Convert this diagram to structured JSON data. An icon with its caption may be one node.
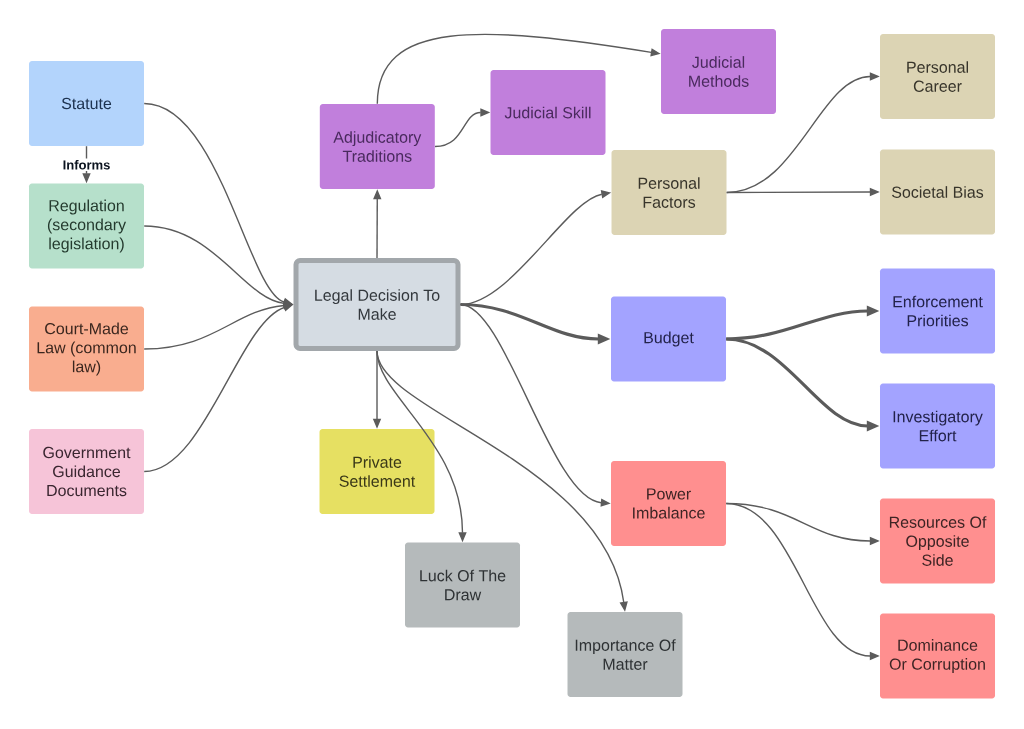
{
  "diagram": {
    "nodes": [
      {
        "text": [
          "Statute"
        ]
      },
      {
        "text": [
          "Regulation (secondary legislation)"
        ]
      },
      {
        "text": [
          "Court-Made Law (common law)"
        ]
      },
      {
        "text": [
          "Government Guidance Documents"
        ]
      },
      {
        "text": [
          "Adjudicatory Traditions"
        ]
      },
      {
        "text": [
          "Judicial Skill"
        ]
      },
      {
        "text": [
          "Judicial Methods"
        ]
      },
      {
        "text": [
          "Legal Decision To Make"
        ]
      },
      {
        "text": [
          "Personal Factors"
        ]
      },
      {
        "text": [
          "Personal Career"
        ]
      },
      {
        "text": [
          "Societal Bias"
        ]
      },
      {
        "text": [
          "Budget"
        ]
      },
      {
        "text": [
          "Enforcement Priorities"
        ]
      },
      {
        "text": [
          "Investigatory Effort"
        ]
      },
      {
        "text": [
          "Private Settlement"
        ]
      },
      {
        "text": [
          "Power Imbalance"
        ]
      },
      {
        "text": [
          "Resources Of Opposite Side"
        ]
      },
      {
        "text": [
          "Luck Of The Draw"
        ]
      },
      {
        "text": [
          "Importance Of Matter"
        ]
      },
      {
        "text": [
          "Dominance Or Corruption"
        ]
      }
    ],
    "edges": [
      {
        "from": 0,
        "to": 1,
        "arrow": "to",
        "label": "Informs"
      },
      {
        "from": 0,
        "to": 7,
        "arrow": "to"
      },
      {
        "from": 1,
        "to": 7,
        "arrow": "to"
      },
      {
        "from": 2,
        "to": 7,
        "arrow": "to"
      },
      {
        "from": 3,
        "to": 7,
        "arrow": "to"
      },
      {
        "from": 7,
        "to": 4,
        "arrow": "to"
      },
      {
        "from": 4,
        "to": 5,
        "arrow": "to"
      },
      {
        "from": 4,
        "to": 6,
        "arrow": "to"
      },
      {
        "from": 7,
        "to": 8,
        "arrow": "to"
      },
      {
        "from": 8,
        "to": 9,
        "arrow": "to"
      },
      {
        "from": 8,
        "to": 10,
        "arrow": "to"
      },
      {
        "from": 7,
        "to": 11,
        "arrow": "to",
        "style": "thick"
      },
      {
        "from": 11,
        "to": 12,
        "arrow": "to",
        "style": "thick"
      },
      {
        "from": 11,
        "to": 13,
        "arrow": "to",
        "style": "thick"
      },
      {
        "from": 7,
        "to": 14,
        "arrow": "to"
      },
      {
        "from": 7,
        "to": 17,
        "arrow": "to"
      },
      {
        "from": 7,
        "to": 18,
        "arrow": "to"
      },
      {
        "from": 7,
        "to": 15,
        "arrow": "to"
      },
      {
        "from": 15,
        "to": 16,
        "arrow": "to"
      },
      {
        "from": 15,
        "to": 19,
        "arrow": "to"
      }
    ]
  }
}
